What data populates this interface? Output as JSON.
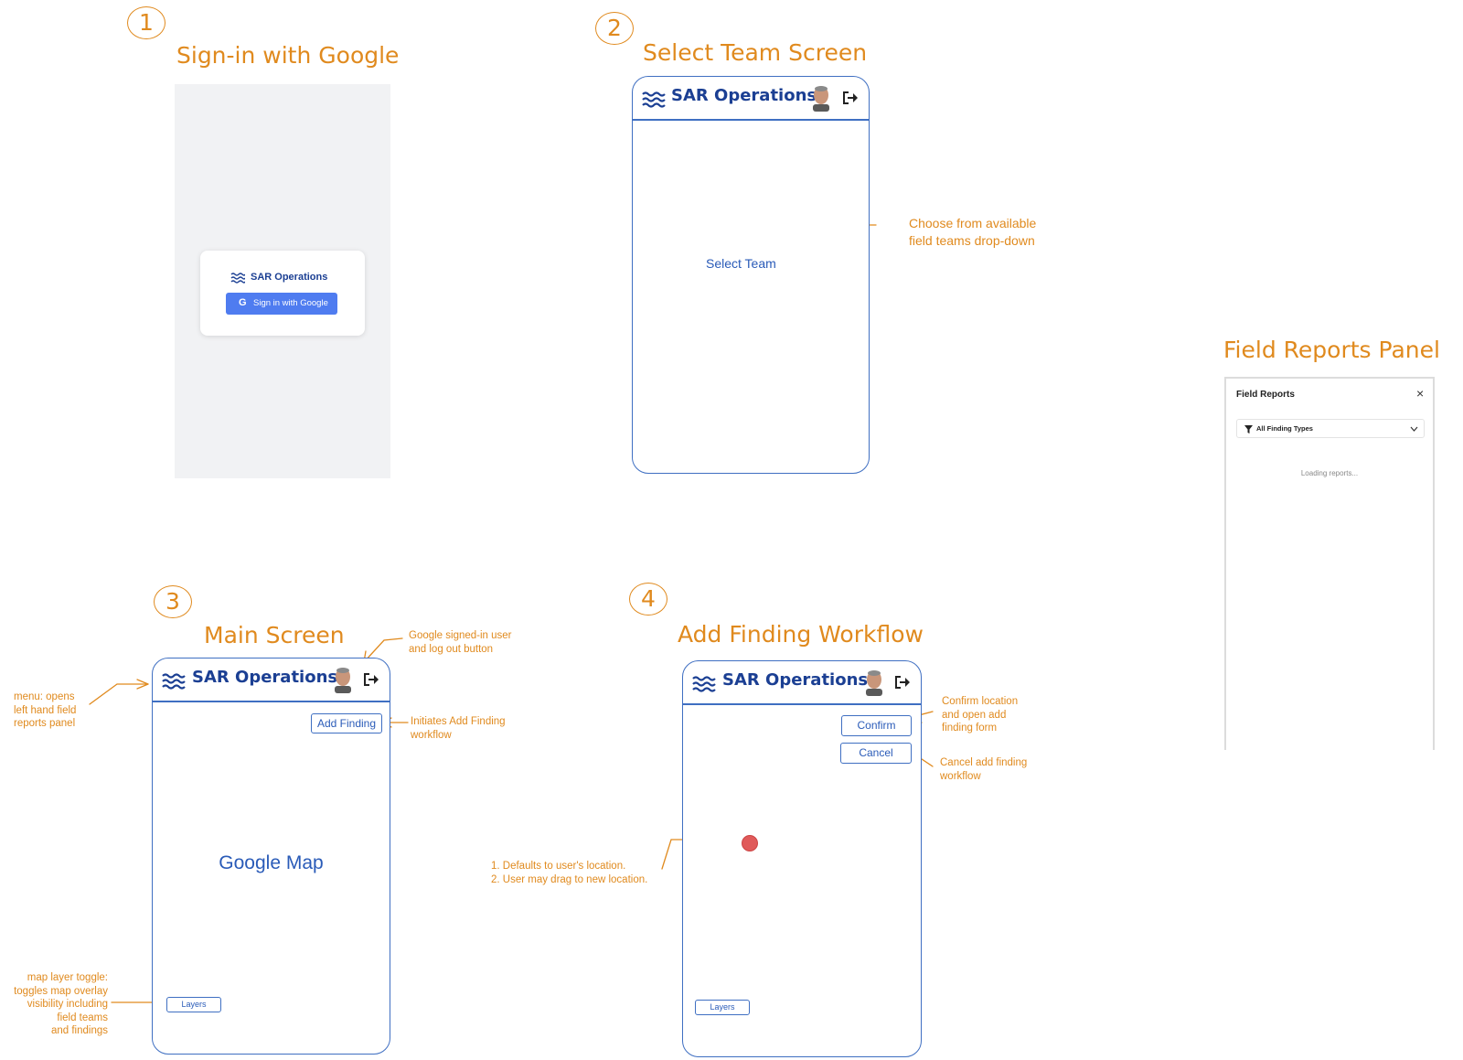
{
  "steps": [
    {
      "number": "1",
      "title": "Sign-in with Google"
    },
    {
      "number": "2",
      "title": "Select Team Screen"
    },
    {
      "number": "3",
      "title": "Main Screen"
    },
    {
      "number": "4",
      "title": "Add Finding Workflow"
    }
  ],
  "app_name": "SAR Operations",
  "signin": {
    "card_title": "SAR Operations",
    "button_label": "Sign in with Google"
  },
  "select_team": {
    "label": "Select Team",
    "note": [
      "Choose from available",
      "field teams drop-down"
    ]
  },
  "main_screen": {
    "add_finding_label": "Add Finding",
    "map_label": "Google Map",
    "layers_label": "Layers",
    "notes": {
      "user": [
        "Google signed-in user",
        "and log out button"
      ],
      "menu": [
        "menu: opens",
        "left hand field",
        "reports panel"
      ],
      "add_finding": [
        "Initiates Add Finding",
        "workflow"
      ],
      "layers": [
        "map layer toggle:",
        "toggles map overlay",
        "visibility including",
        "field teams",
        "and findings"
      ]
    }
  },
  "add_finding": {
    "confirm_label": "Confirm",
    "cancel_label": "Cancel",
    "layers_label": "Layers",
    "marker_color": "#e05a5a",
    "notes": {
      "confirm": [
        "Confirm location",
        "and open add",
        "finding form"
      ],
      "cancel": [
        "Cancel add finding",
        "workflow"
      ],
      "marker": [
        "1. Defaults to user's location.",
        "2. User may drag to new location."
      ]
    }
  },
  "field_reports": {
    "section_title": "Field Reports Panel",
    "panel_title": "Field Reports",
    "close_symbol": "×",
    "filter_label": "All Finding Types",
    "loading_text": "Loading reports..."
  },
  "colors": {
    "annotation": "#e08a1e",
    "sketch_blue": "#3f6fc2",
    "brand_blue": "#1b3f93",
    "google_button": "#4f7cf0"
  }
}
